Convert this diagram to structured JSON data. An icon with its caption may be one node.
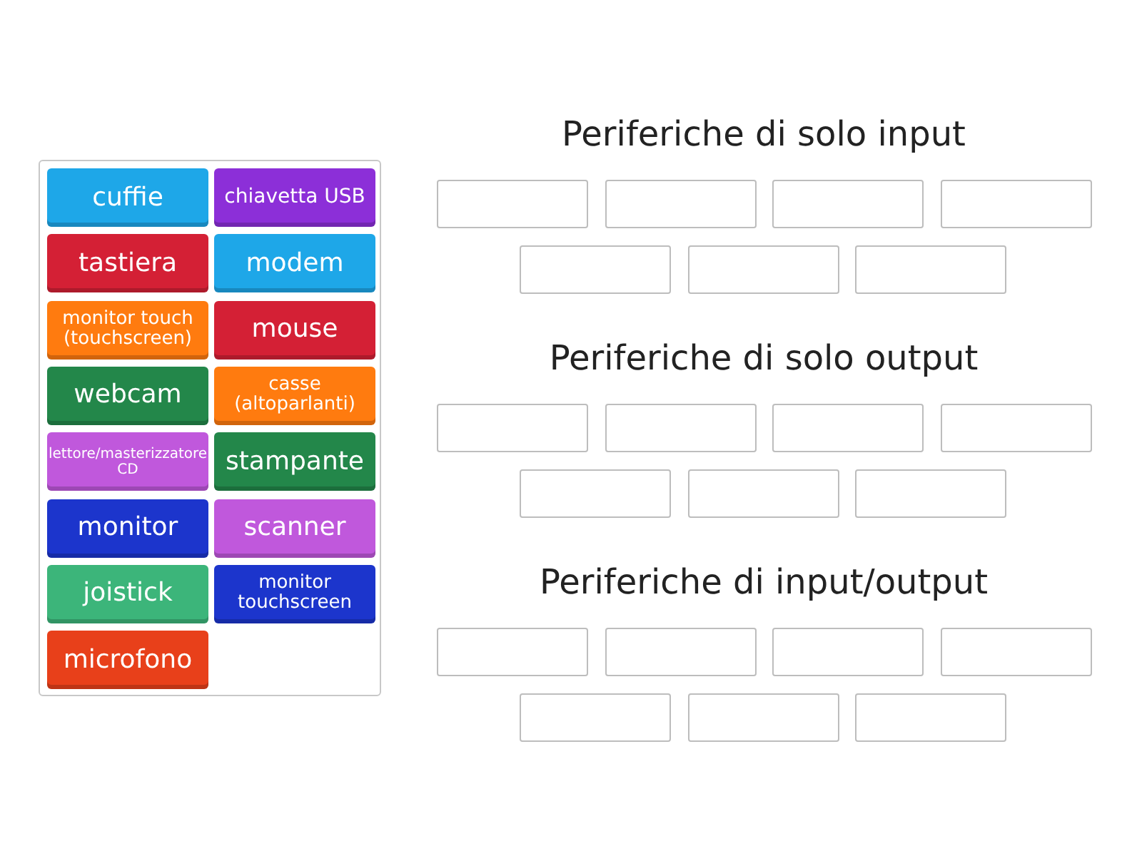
{
  "diagram": {
    "nodes": [
      {
        "text": [],
        "shape": "box"
      },
      {
        "text": [
          "cuffie"
        ],
        "in": 0
      },
      {
        "text": [
          "chiavetta USB"
        ],
        "in": 0
      },
      {
        "text": [
          "tastiera"
        ],
        "in": 0
      },
      {
        "text": [
          "modem"
        ],
        "in": 0
      },
      {
        "text": [
          "monitor touch (touchscreen)"
        ],
        "in": 0
      },
      {
        "text": [
          "mouse"
        ],
        "in": 0
      },
      {
        "text": [
          "webcam"
        ],
        "in": 0
      },
      {
        "text": [
          "casse (altoparlanti)"
        ],
        "in": 0
      },
      {
        "text": [
          "lettore/masterizzatore CD"
        ],
        "in": 0
      },
      {
        "text": [
          "stampante"
        ],
        "in": 0
      },
      {
        "text": [
          "monitor"
        ],
        "in": 0
      },
      {
        "text": [
          "scanner"
        ],
        "in": 0
      },
      {
        "text": [
          "joistick"
        ],
        "in": 0
      },
      {
        "text": [
          "monitor touchscreen"
        ],
        "in": 0
      },
      {
        "text": [
          "microfono"
        ],
        "in": 0
      },
      {
        "text": [],
        "shape": "box"
      },
      {
        "text": [],
        "shape": "box"
      },
      {
        "text": [],
        "shape": "box"
      },
      {
        "text": [],
        "shape": "box"
      },
      {
        "text": [],
        "shape": "box"
      },
      {
        "text": [],
        "shape": "box"
      },
      {
        "text": [],
        "shape": "box"
      },
      {
        "text": [],
        "shape": "box"
      },
      {
        "text": [],
        "shape": "box"
      },
      {
        "text": [],
        "shape": "box"
      },
      {
        "text": [],
        "shape": "box"
      },
      {
        "text": [],
        "shape": "box"
      },
      {
        "text": [],
        "shape": "box"
      },
      {
        "text": [],
        "shape": "box"
      },
      {
        "text": [],
        "shape": "box"
      },
      {
        "text": [],
        "shape": "box"
      },
      {
        "text": [],
        "shape": "box"
      },
      {
        "text": [],
        "shape": "box"
      },
      {
        "text": [],
        "shape": "box"
      },
      {
        "text": [],
        "shape": "box"
      },
      {
        "text": [],
        "shape": "box"
      }
    ],
    "edges": [],
    "labels": [
      "Periferiche di solo input",
      "Periferiche di solo output",
      "Periferiche di input/output"
    ]
  }
}
